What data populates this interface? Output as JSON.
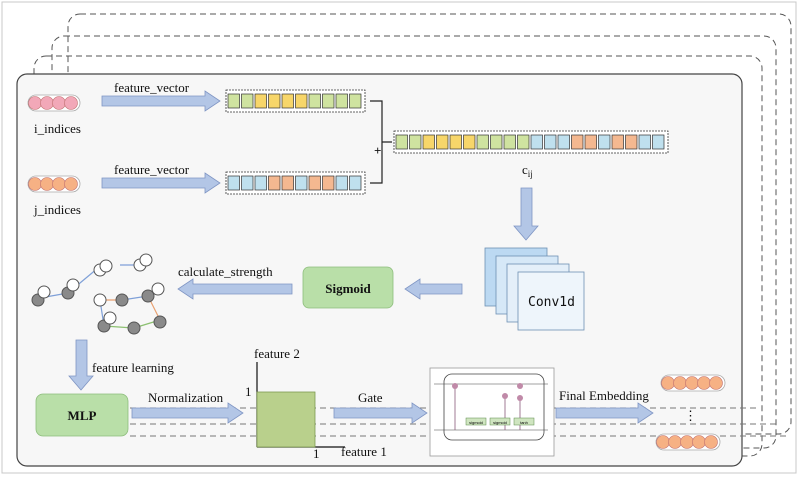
{
  "labels": {
    "i_indices": "i_indices",
    "j_indices": "j_indices",
    "feature_vector_top": "feature_vector",
    "feature_vector_bottom": "feature_vector",
    "plus": "+",
    "cij_main": "c",
    "cij_sub": "ij",
    "conv1d": "Conv1d",
    "sigmoid": "Sigmoid",
    "calculate_strength": "calculate_strength",
    "feature_learning": "feature learning",
    "mlp": "MLP",
    "normalization": "Normalization",
    "feature2": "feature 2",
    "feature1": "feature 1",
    "axis_one_y": "1",
    "axis_one_x": "1",
    "gate": "Gate",
    "final_embedding": "Final Embedding",
    "gate_sigmoid_a": "sigmoid",
    "gate_sigmoid_b": "sigmoid",
    "gate_tanh": "tanh",
    "dots": "⋮"
  },
  "colors": {
    "pink": "#f2a8b8",
    "orange": "#f6b184",
    "green_cell": "#cfe3a0",
    "yellow_cell": "#f7d66a",
    "blue_cell": "#bfe0ee",
    "orange_cell": "#f4b890",
    "arrow": "#b3c6e6",
    "arrow_stroke": "#7f95c4",
    "green_box": "#b9dfa8",
    "conv_blue": "#bcd9f2"
  },
  "vectors": {
    "i_vector": [
      "green",
      "green",
      "yellow",
      "yellow",
      "yellow",
      "yellow",
      "green",
      "green",
      "green",
      "green"
    ],
    "j_vector": [
      "blue",
      "blue",
      "blue",
      "orange",
      "orange",
      "blue",
      "orange",
      "orange",
      "blue",
      "blue"
    ],
    "concat_vector": [
      "green",
      "green",
      "yellow",
      "yellow",
      "yellow",
      "yellow",
      "green",
      "green",
      "green",
      "green",
      "blue",
      "blue",
      "blue",
      "orange",
      "orange",
      "blue",
      "orange",
      "orange",
      "blue",
      "blue"
    ]
  }
}
